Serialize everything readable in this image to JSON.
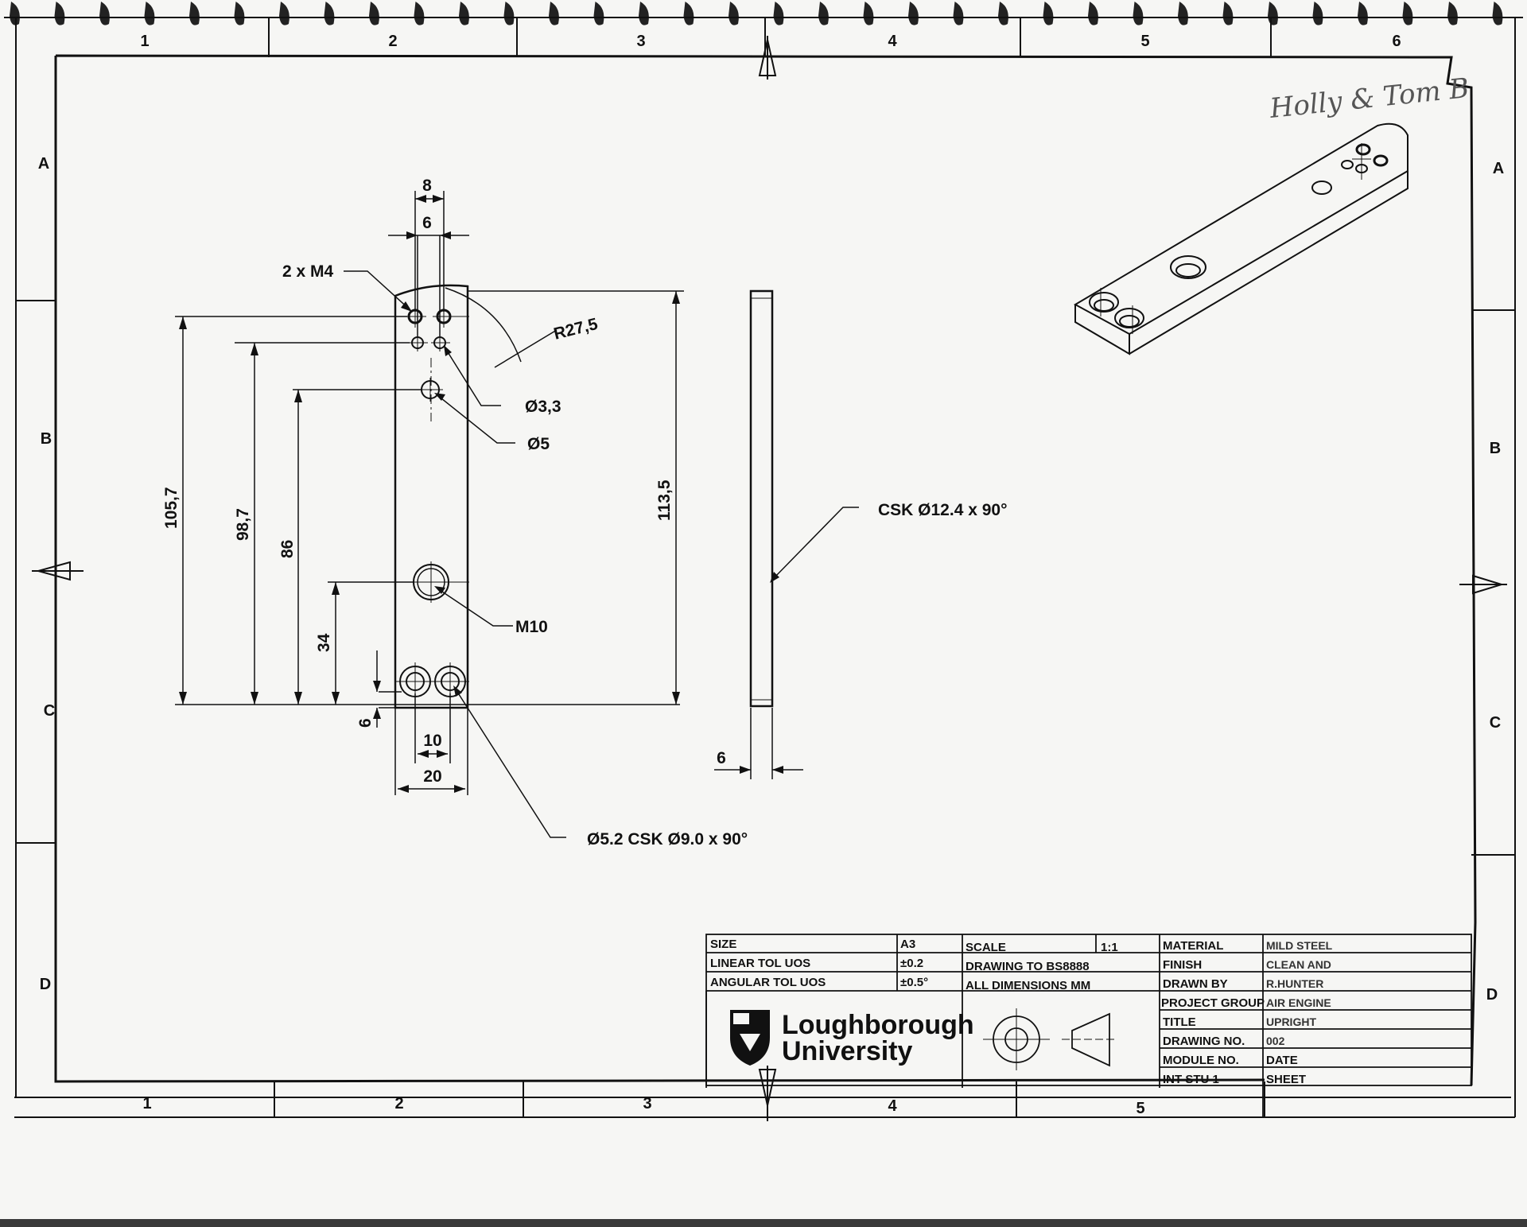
{
  "handwritten_note": "Holly & Tom B",
  "zones": {
    "top": [
      "1",
      "2",
      "3",
      "4",
      "5",
      "6"
    ],
    "bottom": [
      "1",
      "2",
      "3",
      "4",
      "5"
    ],
    "left": [
      "A",
      "B",
      "C",
      "D"
    ],
    "right": [
      "A",
      "B",
      "C",
      "D"
    ]
  },
  "front_view": {
    "dims": {
      "d8": "8",
      "d6_top": "6",
      "r27": "R27,5",
      "d105": "105,7",
      "d98": "98,7",
      "d86": "86",
      "d34": "34",
      "d113": "113,5",
      "d6_bottom": "6",
      "d10": "10",
      "d20": "20"
    },
    "callouts": {
      "m4": "2 x M4",
      "phi33": "Ø3,3",
      "phi5": "Ø5",
      "m10": "M10",
      "csk52": "Ø5.2 CSK Ø9.0 x 90°"
    }
  },
  "side_view": {
    "csk124": "CSK Ø12.4 x 90°",
    "d6": "6"
  },
  "title_block": {
    "size_label": "SIZE",
    "size_value": "A3",
    "scale_label": "SCALE",
    "scale_value": "1:1",
    "linear_tol_label": "LINEAR TOL UOS",
    "linear_tol_value": "±0.2",
    "angular_tol_label": "ANGULAR TOL UOS",
    "angular_tol_value": "±0.5°",
    "drawing_to": "DRAWING TO BS8888",
    "all_dims": "ALL DIMENSIONS MM",
    "logo_line1": "Loughborough",
    "logo_line2": "University",
    "material_label": "MATERIAL",
    "material_value": "MILD STEEL",
    "finish_label": "FINISH",
    "finish_value": "CLEAN AND",
    "drawn_by_label": "DRAWN BY",
    "drawn_by_value": "R.HUNTER",
    "project_group_label": "PROJECT GROUP",
    "project_group_value": "AIR ENGINE",
    "title_label": "TITLE",
    "title_value": "UPRIGHT",
    "drawing_no_label": "DRAWING NO.",
    "drawing_no_value": "002",
    "module_no_label": "MODULE NO.",
    "date_label": "DATE",
    "int_stu_label": "INT STU 1",
    "sheet_label": "SHEET"
  }
}
